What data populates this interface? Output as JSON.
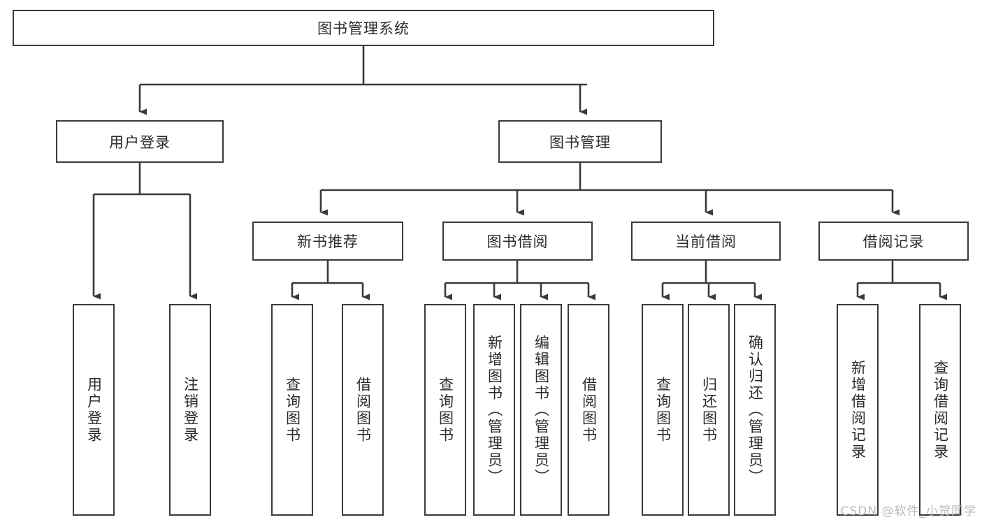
{
  "diagram": {
    "type": "tree",
    "title": "图书管理系统",
    "root": {
      "label": "图书管理系统"
    },
    "level2": [
      {
        "label": "用户登录"
      },
      {
        "label": "图书管理"
      }
    ],
    "level3": [
      {
        "label": "新书推荐"
      },
      {
        "label": "图书借阅"
      },
      {
        "label": "当前借阅"
      },
      {
        "label": "借阅记录"
      }
    ],
    "leaves": {
      "user_login": [
        {
          "label": "用户登录"
        },
        {
          "label": "注销登录"
        }
      ],
      "new_book": [
        {
          "label": "查询图书"
        },
        {
          "label": "借阅图书"
        }
      ],
      "book_borrow": [
        {
          "label": "查询图书"
        },
        {
          "label": "新增图书（管理员）"
        },
        {
          "label": "编辑图书（管理员）"
        },
        {
          "label": "借阅图书"
        }
      ],
      "current_borrow": [
        {
          "label": "查询图书"
        },
        {
          "label": "归还图书"
        },
        {
          "label": "确认归还（管理员）"
        }
      ],
      "borrow_record": [
        {
          "label": "新增借阅记录"
        },
        {
          "label": "查询借阅记录"
        }
      ]
    }
  },
  "watermark": {
    "text": "CSDN @软件_小贺同学"
  },
  "colors": {
    "border": "#3a3a3a",
    "text": "#2b2b2b",
    "background": "#ffffff",
    "watermark": "#b9b9b9"
  }
}
